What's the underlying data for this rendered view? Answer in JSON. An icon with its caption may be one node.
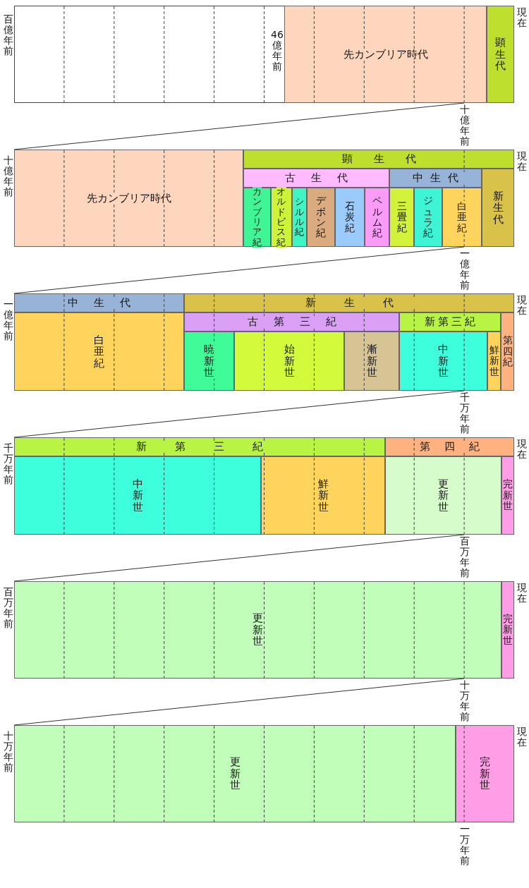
{
  "diagram": {
    "nodes": [
      {
        "text": [
          "先カンブリア時代"
        ]
      },
      {
        "text": [
          "顕生代"
        ]
      },
      {
        "text": [
          "先カンブリア時代"
        ]
      },
      {
        "text": [
          "顕生代"
        ]
      },
      {
        "text": [
          "古生代"
        ]
      },
      {
        "text": [
          "中生代"
        ]
      },
      {
        "text": [
          "新生代"
        ]
      },
      {
        "text": [
          "カンブリア紀"
        ]
      },
      {
        "text": [
          "オルドビス紀"
        ]
      },
      {
        "text": [
          "シルル紀"
        ]
      },
      {
        "text": [
          "デボン紀"
        ]
      },
      {
        "text": [
          "石炭紀"
        ]
      },
      {
        "text": [
          "ペルム紀"
        ]
      },
      {
        "text": [
          "三畳紀"
        ]
      },
      {
        "text": [
          "ジュラ紀"
        ]
      },
      {
        "text": [
          "白亜紀"
        ]
      },
      {
        "text": [
          "中生代"
        ]
      },
      {
        "text": [
          "新生代"
        ]
      },
      {
        "text": [
          "白亜紀"
        ]
      },
      {
        "text": [
          "古第三紀"
        ]
      },
      {
        "text": [
          "新第三紀"
        ]
      },
      {
        "text": [
          "第四紀"
        ]
      },
      {
        "text": [
          "暁新世"
        ]
      },
      {
        "text": [
          "始新世"
        ]
      },
      {
        "text": [
          "漸新世"
        ]
      },
      {
        "text": [
          "中新世"
        ]
      },
      {
        "text": [
          "鮮新世"
        ]
      },
      {
        "text": [
          "新第三紀"
        ]
      },
      {
        "text": [
          "第四紀"
        ]
      },
      {
        "text": [
          "中新世"
        ]
      },
      {
        "text": [
          "鮮新世"
        ]
      },
      {
        "text": [
          "更新世"
        ]
      },
      {
        "text": [
          "完新世"
        ]
      },
      {
        "text": [
          "更新世"
        ]
      },
      {
        "text": [
          "完新世"
        ]
      },
      {
        "text": [
          "更新世"
        ]
      },
      {
        "text": [
          "完新世"
        ]
      }
    ],
    "edges": [
      {
        "from": 0,
        "to": 2,
        "arrow": "none"
      },
      {
        "from": 15,
        "to": 16,
        "arrow": "none"
      },
      {
        "from": 25,
        "to": 27,
        "arrow": "none"
      },
      {
        "from": 31,
        "to": 33,
        "arrow": "none"
      },
      {
        "from": 33,
        "to": 35,
        "arrow": "none"
      }
    ],
    "labels": [
      "百億年前",
      "46億年前",
      "現在",
      "十億年前",
      "十億年前",
      "現在",
      "一億年前",
      "一億年前",
      "現在",
      "千万年前",
      "千万年前",
      "現在",
      "百万年前",
      "百万年前",
      "現在",
      "十万年前",
      "十万年前",
      "現在",
      "一万年前"
    ]
  }
}
